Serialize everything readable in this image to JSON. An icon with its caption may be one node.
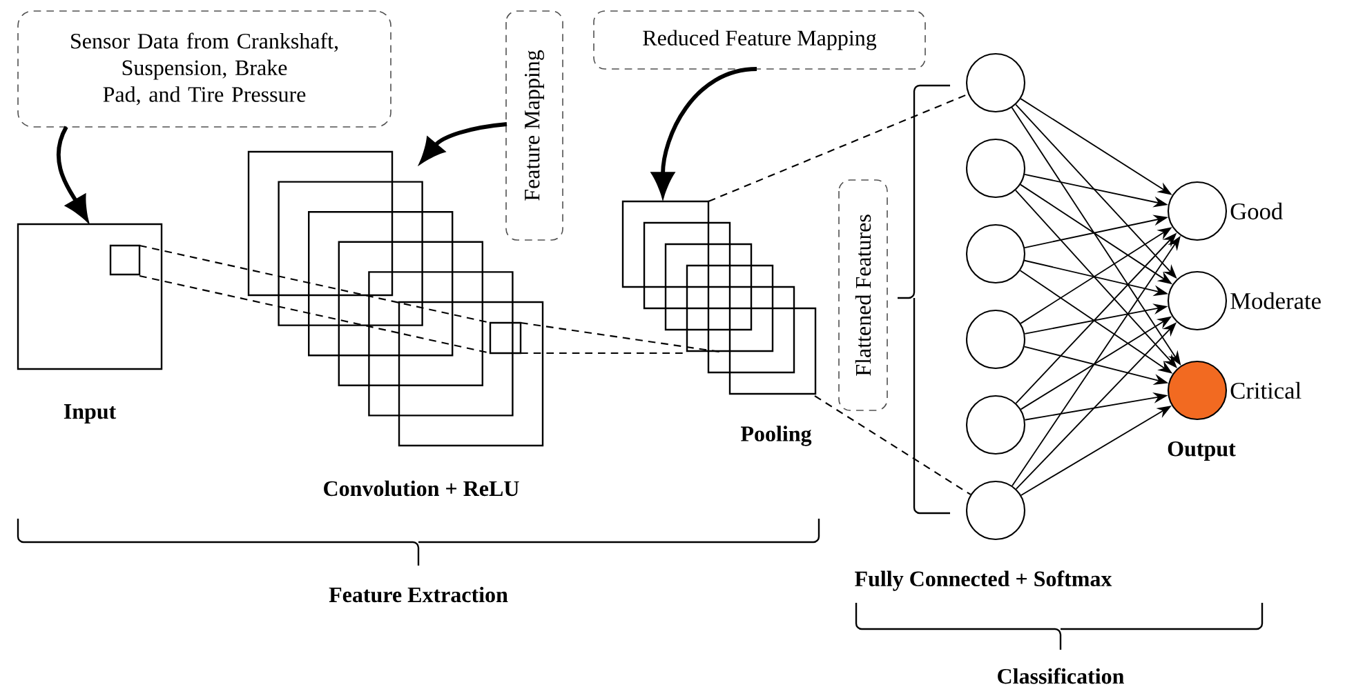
{
  "diagram": {
    "nodes": [
      {
        "text": [
          "Sensor Data from Crankshaft, Suspension, Brake Pad, and Tire Pressure"
        ]
      },
      {
        "text": [],
        "shape": "box",
        "beside": [
          "Input"
        ]
      },
      {
        "text": [
          "Feature Mapping"
        ]
      },
      {
        "text": [],
        "shape": "box",
        "beside": [
          "Convolution + ReLU"
        ]
      },
      {
        "text": [
          "Reduced Feature Mapping"
        ]
      },
      {
        "text": [],
        "shape": "box",
        "beside": [
          "Pooling"
        ]
      },
      {
        "text": [
          "Flattened Features"
        ]
      },
      {
        "text": [],
        "shape": "circle"
      },
      {
        "text": [],
        "shape": "circle"
      },
      {
        "text": [],
        "shape": "circle"
      },
      {
        "text": [],
        "shape": "circle"
      },
      {
        "text": [],
        "shape": "circle"
      },
      {
        "text": [],
        "shape": "circle"
      },
      {
        "text": [],
        "shape": "circle",
        "beside": [
          "Good"
        ]
      },
      {
        "text": [],
        "shape": "circle",
        "beside": [
          "Moderate"
        ]
      },
      {
        "text": [],
        "shape": "circle",
        "beside": [
          "Critical"
        ]
      }
    ],
    "edges": [
      {
        "from": 0,
        "to": 1,
        "arrow": "to",
        "style": "thick"
      },
      {
        "from": 2,
        "to": 3,
        "arrow": "to",
        "style": "thick"
      },
      {
        "from": 4,
        "to": 5,
        "arrow": "to",
        "style": "thick"
      },
      {
        "from": 1,
        "to": 3,
        "arrow": "none",
        "style": "dashed"
      },
      {
        "from": 1,
        "to": 3,
        "arrow": "none",
        "style": "dashed"
      },
      {
        "from": 3,
        "to": 5,
        "arrow": "none",
        "style": "dashed"
      },
      {
        "from": 3,
        "to": 5,
        "arrow": "none",
        "style": "dashed"
      },
      {
        "from": 5,
        "to": 7,
        "arrow": "none",
        "style": "dashed"
      },
      {
        "from": 5,
        "to": 12,
        "arrow": "none",
        "style": "dashed"
      },
      {
        "from": 7,
        "to": 13,
        "arrow": "to"
      },
      {
        "from": 7,
        "to": 14,
        "arrow": "to"
      },
      {
        "from": 7,
        "to": 15,
        "arrow": "to"
      },
      {
        "from": 8,
        "to": 13,
        "arrow": "to"
      },
      {
        "from": 8,
        "to": 14,
        "arrow": "to"
      },
      {
        "from": 8,
        "to": 15,
        "arrow": "to"
      },
      {
        "from": 9,
        "to": 13,
        "arrow": "to"
      },
      {
        "from": 9,
        "to": 14,
        "arrow": "to"
      },
      {
        "from": 9,
        "to": 15,
        "arrow": "to"
      },
      {
        "from": 10,
        "to": 13,
        "arrow": "to"
      },
      {
        "from": 10,
        "to": 14,
        "arrow": "to"
      },
      {
        "from": 10,
        "to": 15,
        "arrow": "to"
      },
      {
        "from": 11,
        "to": 13,
        "arrow": "to"
      },
      {
        "from": 11,
        "to": 14,
        "arrow": "to"
      },
      {
        "from": 11,
        "to": 15,
        "arrow": "to"
      },
      {
        "from": 12,
        "to": 13,
        "arrow": "to"
      },
      {
        "from": 12,
        "to": 14,
        "arrow": "to"
      },
      {
        "from": 12,
        "to": 15,
        "arrow": "to"
      }
    ],
    "labels": [
      "Output",
      "Feature Extraction",
      "Fully Connected + Softmax",
      "Classification"
    ]
  }
}
